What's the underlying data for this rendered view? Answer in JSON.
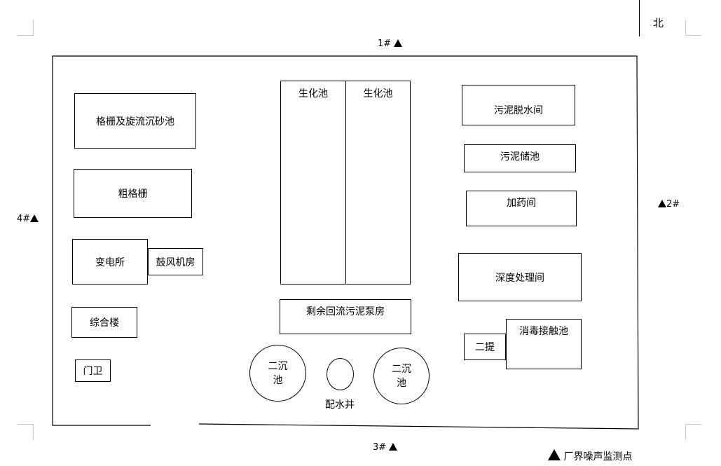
{
  "north": {
    "label": "北"
  },
  "monitoring_points": {
    "p1": "1#",
    "p2": "2#",
    "p3": "3#",
    "p4": "4#"
  },
  "legend": {
    "label": "厂界噪声监测点"
  },
  "buildings": {
    "grille_grit": "格栅及旋流沉砂池",
    "coarse_grille": "粗格栅",
    "substation": "变电所",
    "blower_room": "鼓风机房",
    "office": "综合楼",
    "guard": "门卫",
    "bio_tank_1": "生化池",
    "bio_tank_2": "生化池",
    "sludge_pump": "剩余回流污泥泵房",
    "secondary_clarifier_1": "二沉\n池",
    "distribution_well": "配水井",
    "secondary_clarifier_2": "二沉\n池",
    "sludge_dewatering": "污泥脱水间",
    "sludge_storage": "污泥储池",
    "dosing_room": "加药间",
    "advanced_treatment": "深度处理间",
    "disinfection_tank": "消毒接触池",
    "second_lift": "二提"
  }
}
